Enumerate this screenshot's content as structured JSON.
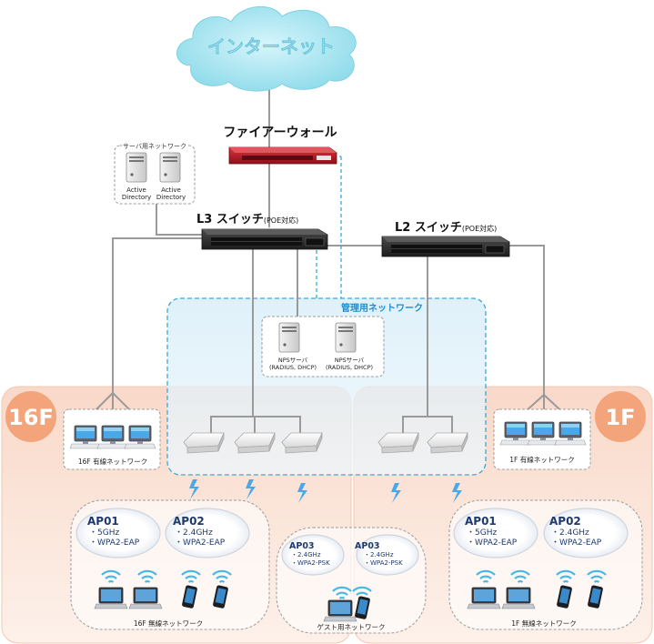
{
  "internet": {
    "label": "インターネット"
  },
  "firewall": {
    "label": "ファイアーウォール"
  },
  "server_network": {
    "label": "サーバ用ネットワーク",
    "servers": [
      {
        "line1": "Active",
        "line2": "Directory"
      },
      {
        "line1": "Active",
        "line2": "Directory"
      }
    ]
  },
  "l3_switch": {
    "label": "L3 スイッチ",
    "note": "(POE対応)"
  },
  "l2_switch": {
    "label": "L2 スイッチ",
    "note": "(POE対応)"
  },
  "mgmt_network": {
    "label": "管理用ネットワーク",
    "servers": [
      {
        "line1": "NPSサーバ",
        "line2": "(RADIUS, DHCP)"
      },
      {
        "line1": "NPSサーバ",
        "line2": "(RADIUS, DHCP)"
      }
    ]
  },
  "floor_16f": {
    "badge": "16F",
    "wired_label": "16F 有線ネットワーク",
    "wireless_label": "16F 無線ネットワーク",
    "aps": [
      {
        "name": "AP01",
        "line1": "・5GHz",
        "line2": "・WPA2-EAP"
      },
      {
        "name": "AP02",
        "line1": "・2.4GHz",
        "line2": "・WPA2-EAP"
      }
    ]
  },
  "floor_1f": {
    "badge": "1F",
    "wired_label": "1F 有線ネットワーク",
    "wireless_label": "1F 無線ネットワーク",
    "aps": [
      {
        "name": "AP01",
        "line1": "・5GHz",
        "line2": "・WPA2-EAP"
      },
      {
        "name": "AP02",
        "line1": "・2.4GHz",
        "line2": "・WPA2-EAP"
      }
    ]
  },
  "guest_network": {
    "label": "ゲスト用ネットワーク",
    "aps": [
      {
        "name": "AP03",
        "line1": "・2.4GHz",
        "line2": "・WPA2-PSK"
      },
      {
        "name": "AP03",
        "line1": "・2.4GHz",
        "line2": "・WPA2-PSK"
      }
    ]
  },
  "colors": {
    "cloud": "#aee7f2",
    "cloud_text": "#ffffff",
    "firewall": "#b8202a",
    "switch": "#2b2b2b",
    "floor_bg": "#fbe2d6",
    "floor_badge": "#f4a47b",
    "mgmt_bg": "#e2f1fa",
    "mgmt_border": "#39a9dc",
    "mgmt_text": "#1b8fcf",
    "ap_name": "#1f3a6e",
    "line": "#9a9a9a"
  }
}
